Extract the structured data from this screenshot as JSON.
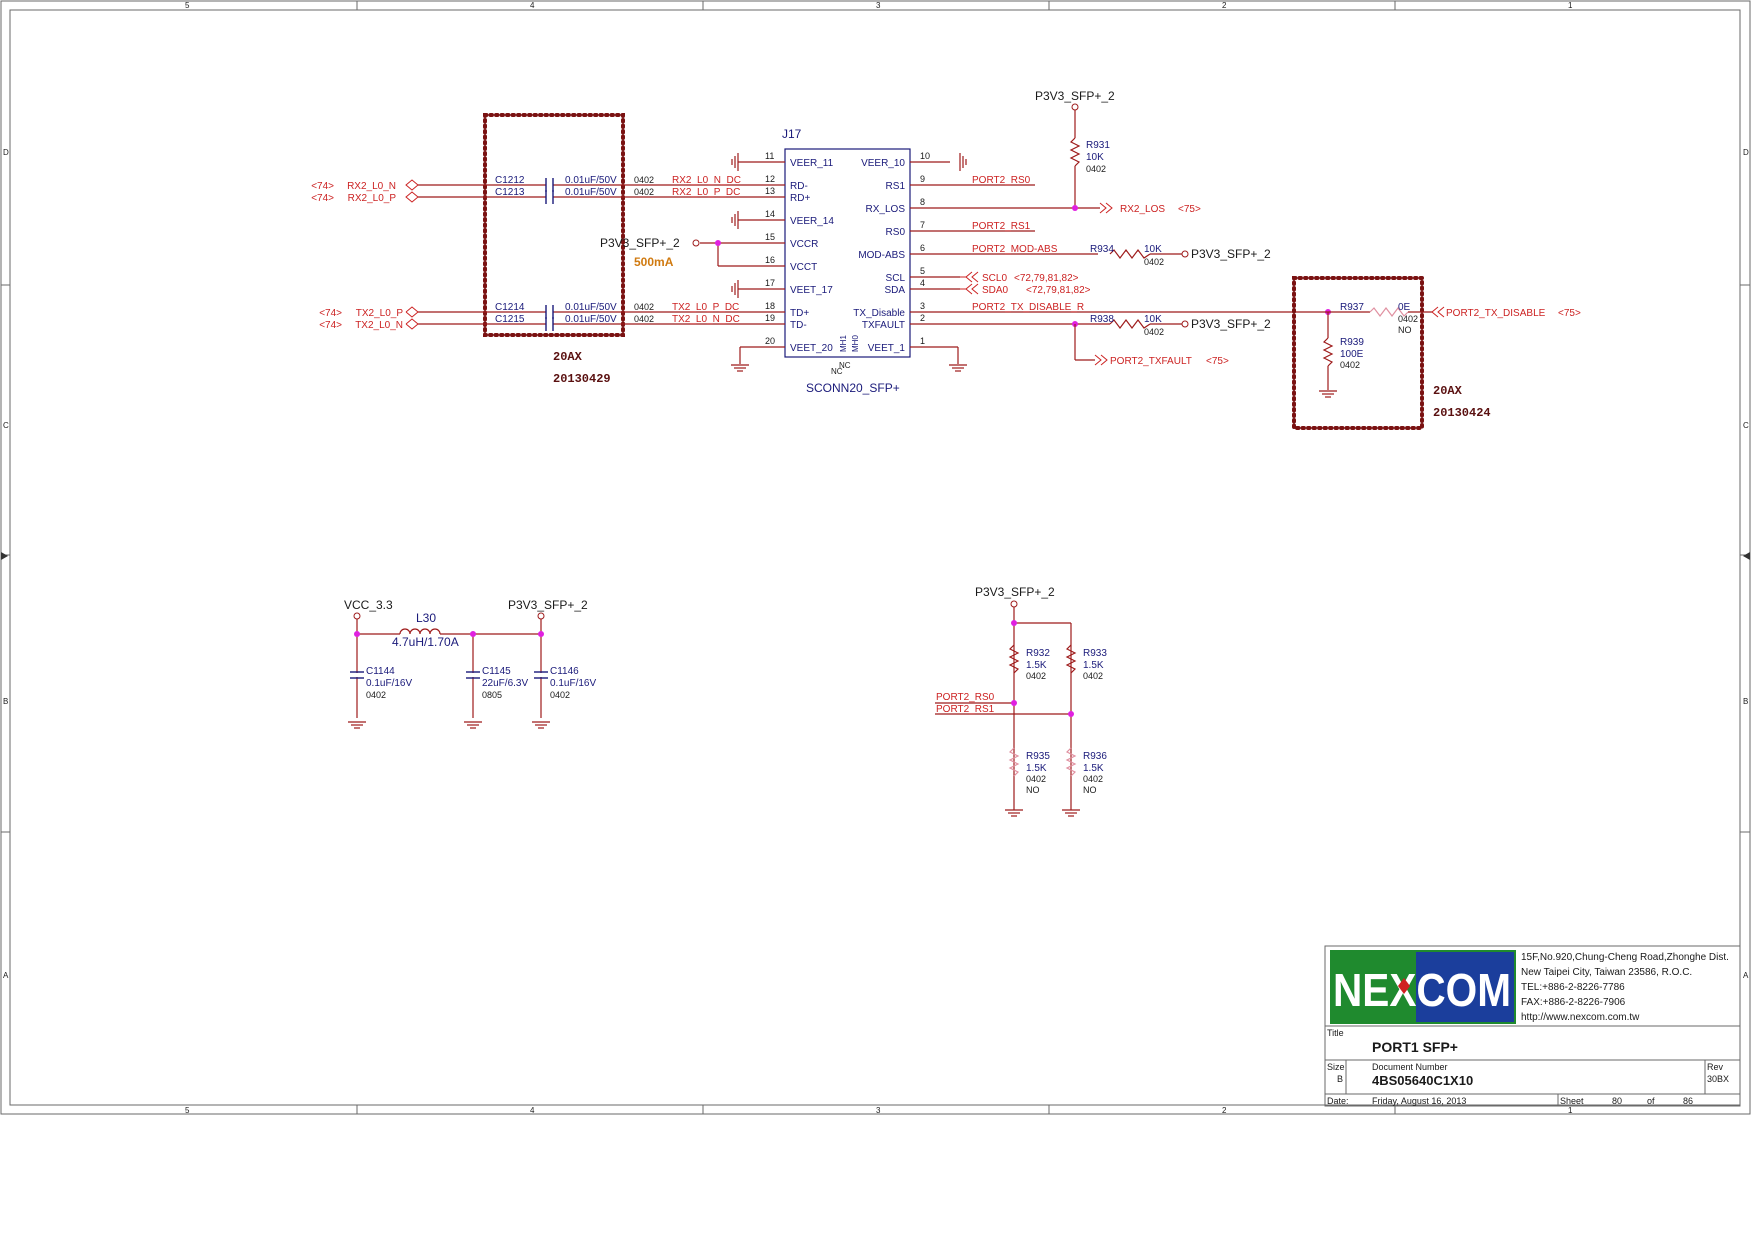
{
  "frame": {
    "columns": [
      "5",
      "4",
      "3",
      "2",
      "1"
    ],
    "rows": [
      "D",
      "C",
      "B",
      "A"
    ]
  },
  "title_block": {
    "logo": "NEXCOM",
    "address": [
      "15F,No.920,Chung-Cheng Road,Zhonghe Dist.",
      "New Taipei City, Taiwan 23586, R.O.C.",
      "TEL:+886-2-8226-7786",
      "FAX:+886-2-8226-7906",
      "http://www.nexcom.com.tw"
    ],
    "title_label": "Title",
    "title": "PORT1 SFP+",
    "size_label": "Size",
    "size": "B",
    "docnum_label": "Document Number",
    "docnum": "4BS05640C1X10",
    "rev_label": "Rev",
    "rev": "30BX",
    "date_label": "Date:",
    "date": "Friday, August 16, 2013",
    "sheet_label": "Sheet",
    "sheet": "80",
    "of_label": "of",
    "total": "86"
  },
  "connector": {
    "ref": "J17",
    "part": "SCONN20_SFP+",
    "left_pins": [
      {
        "num": "11",
        "name": "VEER_11"
      },
      {
        "num": "12",
        "name": "RD-"
      },
      {
        "num": "13",
        "name": "RD+"
      },
      {
        "num": "14",
        "name": "VEER_14"
      },
      {
        "num": "15",
        "name": "VCCR"
      },
      {
        "num": "16",
        "name": "VCCT"
      },
      {
        "num": "17",
        "name": "VEET_17"
      },
      {
        "num": "18",
        "name": "TD+"
      },
      {
        "num": "19",
        "name": "TD-"
      },
      {
        "num": "20",
        "name": "VEET_20"
      }
    ],
    "right_pins": [
      {
        "num": "10",
        "name": "VEER_10"
      },
      {
        "num": "9",
        "name": "RS1"
      },
      {
        "num": "8",
        "name": "RX_LOS"
      },
      {
        "num": "7",
        "name": "RS0"
      },
      {
        "num": "6",
        "name": "MOD-ABS"
      },
      {
        "num": "5",
        "name": "SCL"
      },
      {
        "num": "4",
        "name": "SDA"
      },
      {
        "num": "3",
        "name": "TX_Disable"
      },
      {
        "num": "2",
        "name": "TXFAULT"
      },
      {
        "num": "1",
        "name": "VEET_1"
      }
    ],
    "mh_pins": [
      "MH1",
      "MH0"
    ],
    "nc_mark": "NC"
  },
  "caps_group": {
    "caps": [
      {
        "ref": "C1212",
        "value": "0.01uF/50V",
        "pkg": "0402",
        "port": "RX2_L0_N",
        "ref_sheet": "<74>",
        "net_dc": "RX2_L0_N_DC"
      },
      {
        "ref": "C1213",
        "value": "0.01uF/50V",
        "pkg": "0402",
        "port": "RX2_L0_P",
        "ref_sheet": "<74>",
        "net_dc": "RX2_L0_P_DC"
      },
      {
        "ref": "C1214",
        "value": "0.01uF/50V",
        "pkg": "0402",
        "port": "TX2_L0_P",
        "ref_sheet": "<74>",
        "net_dc": "TX2_L0_P_DC"
      },
      {
        "ref": "C1215",
        "value": "0.01uF/50V",
        "pkg": "0402",
        "port": "TX2_L0_N",
        "ref_sheet": "<74>",
        "net_dc": "TX2_L0_N_DC"
      }
    ],
    "note_model": "20AX",
    "note_date": "20130429"
  },
  "power": {
    "vccr_net": "P3V3_SFP+_2",
    "current": "500mA",
    "top_net": "P3V3_SFP+_2"
  },
  "right_side": {
    "r931": {
      "ref": "R931",
      "value": "10K",
      "pkg": "0402"
    },
    "rs0_net": "PORT2_RS0",
    "rx_los_net": "RX2_LOS",
    "rx_los_sheet": "<75>",
    "rs1_net": "PORT2_RS1",
    "modabs_net": "PORT2_MOD-ABS",
    "r934": {
      "ref": "R934",
      "value": "10K",
      "pkg": "0402",
      "pull": "P3V3_SFP+_2"
    },
    "scl_net": "SCL0",
    "scl_sheets": "<72,79,81,82>",
    "sda_net": "SDA0",
    "sda_sheets": "<72,79,81,82>",
    "txdis_net": "PORT2_TX_DISABLE_R",
    "r938": {
      "ref": "R938",
      "value": "10K",
      "pkg": "0402",
      "pull": "P3V3_SFP+_2"
    },
    "txfault_net": "PORT2_TXFAULT",
    "txfault_sheet": "<75>"
  },
  "txdisable_group": {
    "r937": {
      "ref": "R937",
      "value": "0E",
      "pkg": "0402",
      "opt": "NO"
    },
    "r939": {
      "ref": "R939",
      "value": "100E",
      "pkg": "0402"
    },
    "port": "PORT2_TX_DISABLE",
    "port_sheet": "<75>",
    "note_model": "20AX",
    "note_date": "20130424"
  },
  "filter": {
    "vin": "VCC_3.3",
    "vout": "P3V3_SFP+_2",
    "l30": {
      "ref": "L30",
      "value": "4.7uH/1.70A"
    },
    "c1144": {
      "ref": "C1144",
      "value": "0.1uF/16V",
      "pkg": "0402"
    },
    "c1145": {
      "ref": "C1145",
      "value": "22uF/6.3V",
      "pkg": "0805"
    },
    "c1146": {
      "ref": "C1146",
      "value": "0.1uF/16V",
      "pkg": "0402"
    }
  },
  "rs_strap": {
    "net": "P3V3_SFP+_2",
    "rs0": "PORT2_RS0",
    "rs1": "PORT2_RS1",
    "r932": {
      "ref": "R932",
      "value": "1.5K",
      "pkg": "0402"
    },
    "r933": {
      "ref": "R933",
      "value": "1.5K",
      "pkg": "0402"
    },
    "r935": {
      "ref": "R935",
      "value": "1.5K",
      "pkg": "0402",
      "opt": "NO"
    },
    "r936": {
      "ref": "R936",
      "value": "1.5K",
      "pkg": "0402",
      "opt": "NO"
    }
  }
}
